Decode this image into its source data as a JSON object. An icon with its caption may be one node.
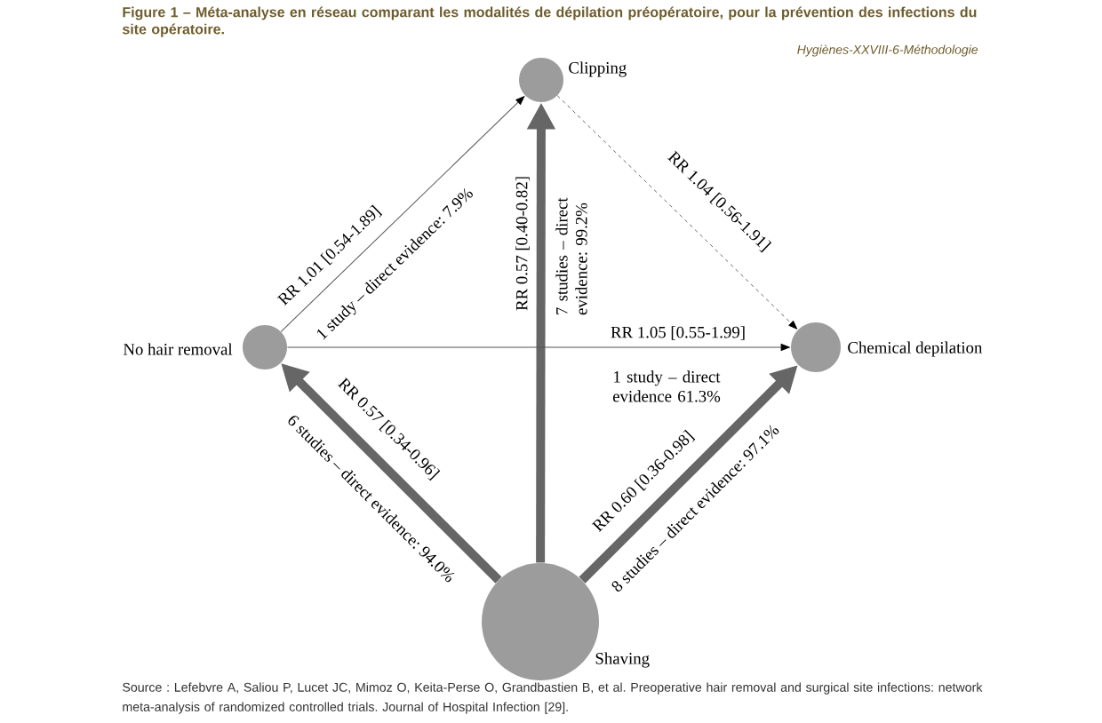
{
  "diagram": {
    "title": "Figure 1 – Méta-analyse en réseau comparant les modalités de dépilation préopératoire, pour la prévention des infections du site opératoire.",
    "caption": "Source : Lefebvre A, Saliou P, Lucet JC, Mimoz O, Keita-Perse O, Grandbastien B, et al. Preoperative hair removal and surgical site infections: network meta-analysis of randomized controlled trials. Journal of Hospital Infection [29].",
    "nodes": [
      {
        "text": [
          "Clipping"
        ]
      },
      {
        "text": [
          "No hair removal"
        ]
      },
      {
        "text": [
          "Chemical depilation"
        ]
      },
      {
        "text": [
          "Shaving"
        ]
      }
    ],
    "edges": [
      {
        "from": 1,
        "to": 0,
        "arrow": "to",
        "label": "RR 1.01 [0.54-1.89]"
      },
      {
        "from": 3,
        "to": 0,
        "arrow": "to",
        "label": "RR 0.57 [0.40-0.82]",
        "style": "thick"
      },
      {
        "from": 0,
        "to": 2,
        "arrow": "to",
        "label": "RR 1.04 [0.56-1.91]",
        "style": "dashed"
      },
      {
        "from": 1,
        "to": 2,
        "arrow": "to",
        "label": "RR 1.05 [0.55-1.99]"
      },
      {
        "from": 3,
        "to": 1,
        "arrow": "to",
        "label": "RR 0.57 [0.34-0.96]",
        "style": "thick"
      },
      {
        "from": 3,
        "to": 2,
        "arrow": "to",
        "label": "RR 0.60 [0.36-0.98]",
        "style": "thick"
      }
    ],
    "labels": [
      "Hygiènes-XXVIII-6-Méthodologie",
      "1 study – direct evidence: 7.9%",
      "7 studies – direct evidence: 99.2%",
      "1 study – direct evidence 61.3%",
      "6 studies – direct evidence: 94.0%",
      "8 studies – direct evidence: 97.1%"
    ]
  }
}
